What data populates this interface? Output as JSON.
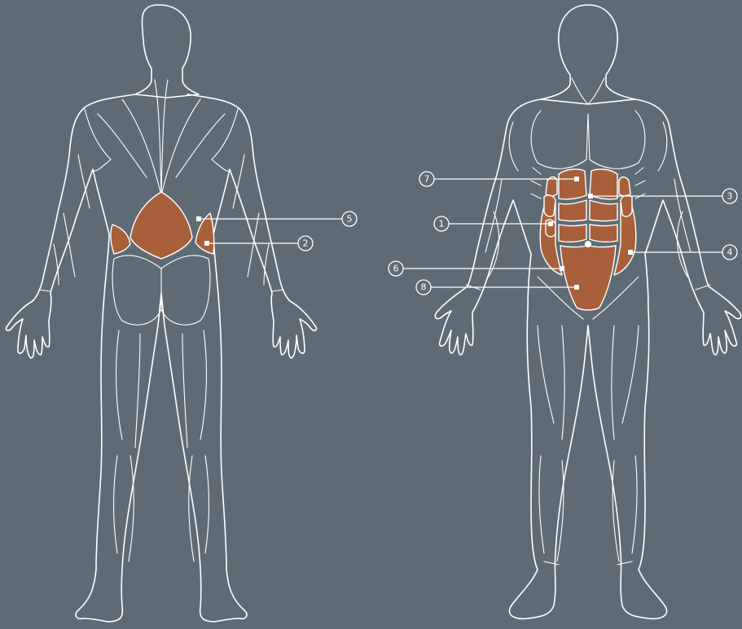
{
  "colors": {
    "background": "#5f6b74",
    "muscle_highlight": "#a8603a",
    "line": "#ffffff"
  },
  "callouts": {
    "c1": "1",
    "c2": "2",
    "c3": "3",
    "c4": "4",
    "c5": "5",
    "c6": "6",
    "c7": "7",
    "c8": "8"
  }
}
